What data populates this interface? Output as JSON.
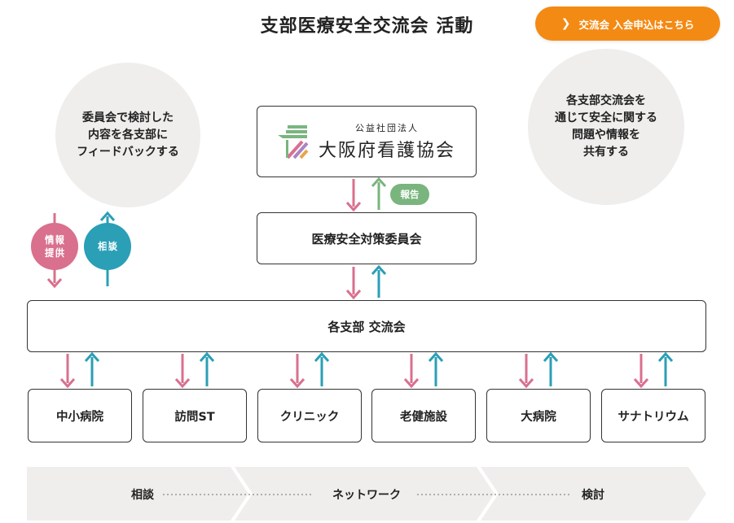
{
  "title": "支部医療安全交流会 活動",
  "cta": {
    "label": "交流会 入会申込はこちら",
    "icon": "chevron-right-icon"
  },
  "left_circle": {
    "text": "委員会で検討した\n内容を各支部に\nフィードバックする"
  },
  "right_circle": {
    "text": "各支部交流会を\n通じて安全に関する\n問題や情報を\n共有する"
  },
  "org_box": {
    "sub": "公益社団法人",
    "name": "大阪府看護協会"
  },
  "report_badge": "報告",
  "committee": "医療安全対策委員会",
  "info_pill": "情報\n提供",
  "consult_pill": "相談",
  "branch": "各支部 交流会",
  "members": [
    "中小病院",
    "訪問ST",
    "クリニック",
    "老健施設",
    "大病院",
    "サナトリウム"
  ],
  "band": {
    "left": "相談",
    "middle": "ネットワーク",
    "right": "検討"
  },
  "colors": {
    "pink": "#d9708e",
    "teal": "#2a9fb5",
    "green": "#7ab57e",
    "orange": "#f38a14",
    "gray": "#efeeec"
  }
}
